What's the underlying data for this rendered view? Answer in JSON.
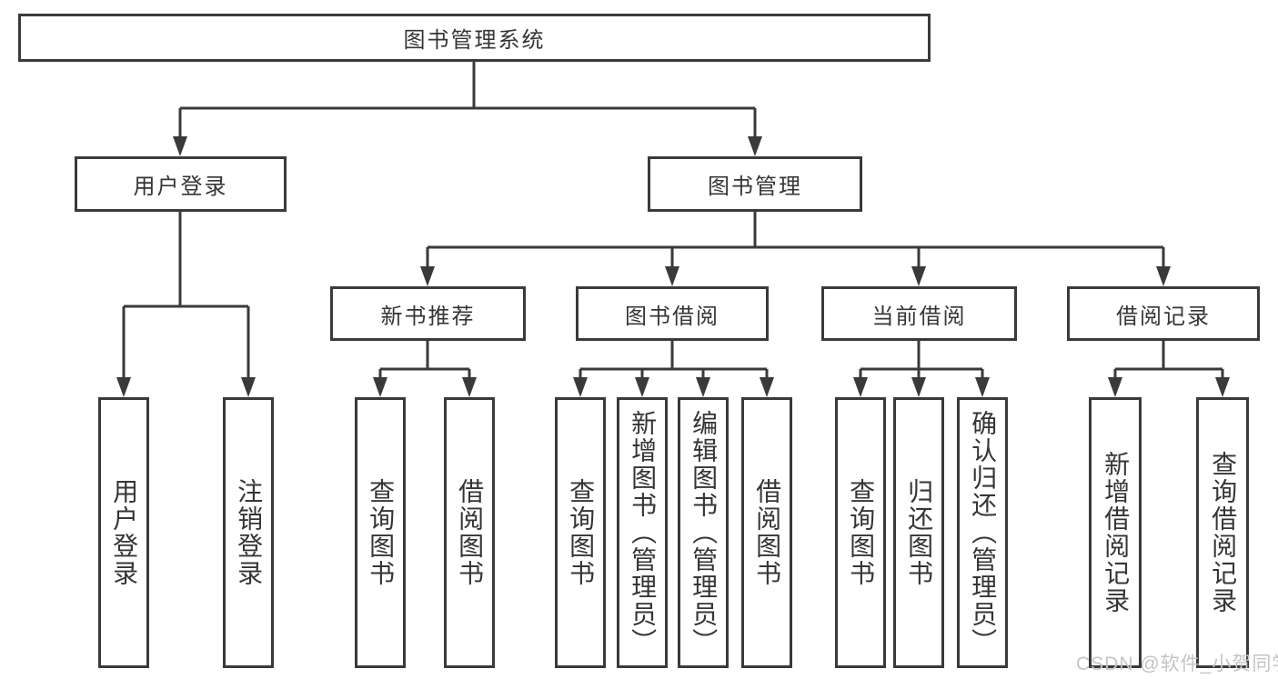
{
  "colors": {
    "line": "#3a3a3a",
    "text": "#353535",
    "background": "#ffffff",
    "watermark": "#c4c4c4"
  },
  "watermark": "CSDN @软件_小贺同学",
  "diagram": {
    "type": "hierarchy-tree",
    "root": {
      "label": "图书管理系统",
      "children": [
        {
          "label": "用户登录",
          "children": [
            {
              "label": "用户登录"
            },
            {
              "label": "注销登录"
            }
          ]
        },
        {
          "label": "图书管理",
          "children": [
            {
              "label": "新书推荐",
              "children": [
                {
                  "label": "查询图书"
                },
                {
                  "label": "借阅图书"
                }
              ]
            },
            {
              "label": "图书借阅",
              "children": [
                {
                  "label": "查询图书"
                },
                {
                  "label": "新增图书（管理员）"
                },
                {
                  "label": "编辑图书（管理员）"
                },
                {
                  "label": "借阅图书"
                }
              ]
            },
            {
              "label": "当前借阅",
              "children": [
                {
                  "label": "查询图书"
                },
                {
                  "label": "归还图书"
                },
                {
                  "label": "确认归还（管理员）"
                }
              ]
            },
            {
              "label": "借阅记录",
              "children": [
                {
                  "label": "新增借阅记录"
                },
                {
                  "label": "查询借阅记录"
                }
              ]
            }
          ]
        }
      ]
    }
  }
}
